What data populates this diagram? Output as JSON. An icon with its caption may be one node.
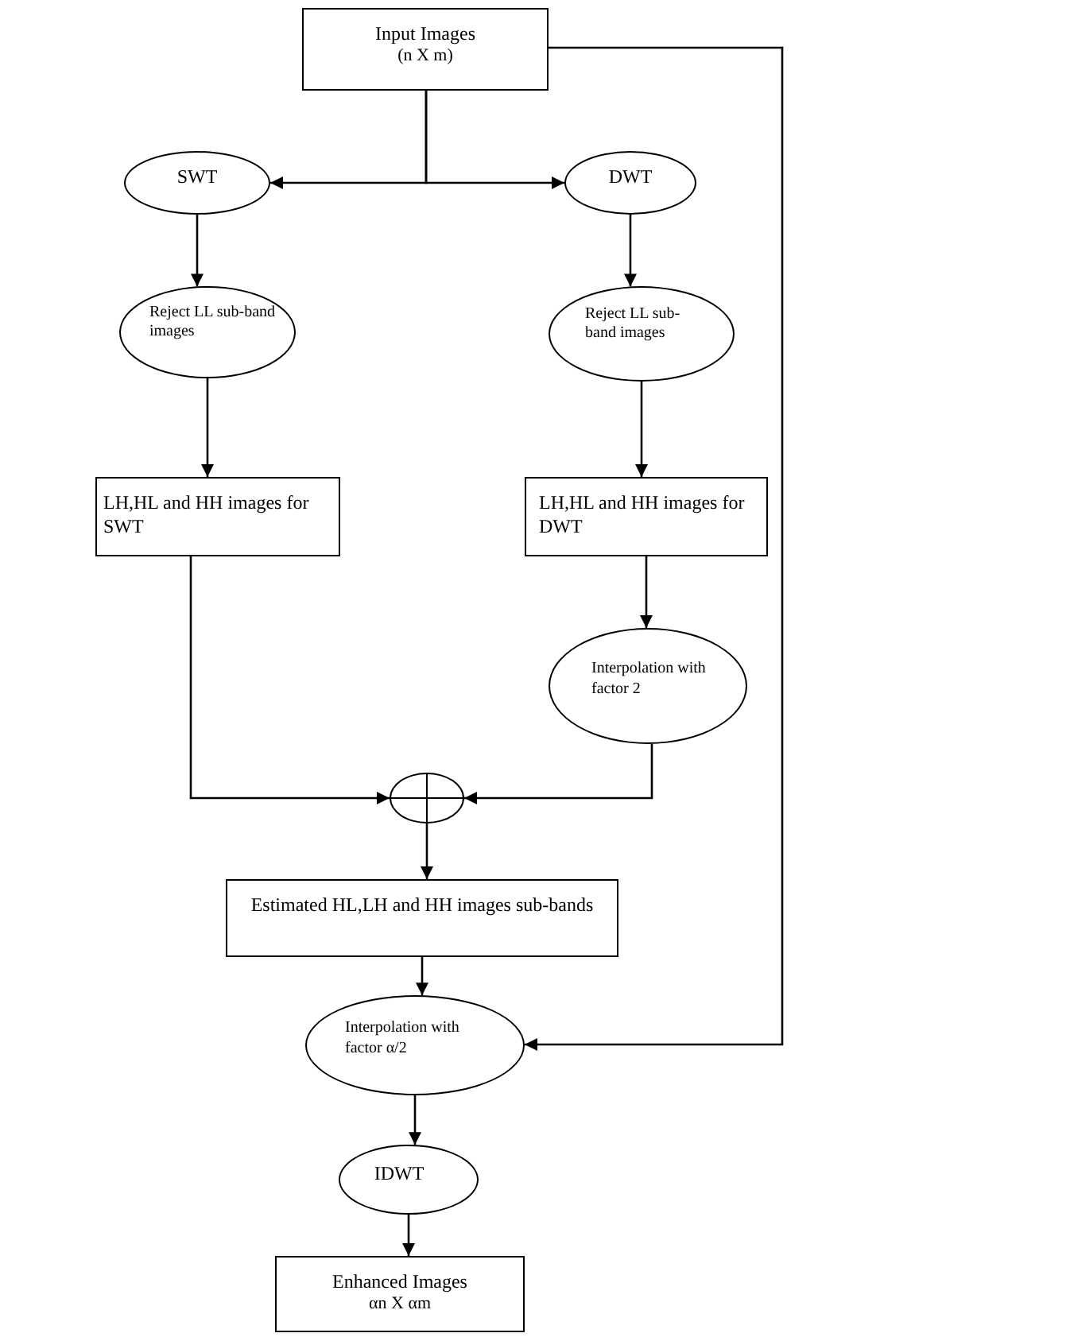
{
  "diagram": {
    "nodes": [
      {
        "text": [
          "Input Images",
          "(n X m)"
        ]
      },
      {
        "text": [
          "SWT"
        ]
      },
      {
        "text": [
          "DWT"
        ]
      },
      {
        "text": [
          "Reject LL sub-band images"
        ]
      },
      {
        "text": [
          "Reject LL sub-band images"
        ]
      },
      {
        "text": [
          "LH,HL and HH images for SWT"
        ]
      },
      {
        "text": [
          "LH,HL and HH images for DWT"
        ]
      },
      {
        "text": [
          "Interpolation with factor 2"
        ]
      },
      {
        "text": [],
        "shape": "circle"
      },
      {
        "text": [
          "Estimated HL,LH and HH images sub-bands"
        ]
      },
      {
        "text": [
          "Interpolation with factor α/2"
        ]
      },
      {
        "text": [
          "IDWT"
        ]
      },
      {
        "text": [
          "Enhanced Images",
          "αn X  αm"
        ]
      }
    ],
    "edges": [
      {
        "from": 0,
        "to": 1,
        "arrow": "to"
      },
      {
        "from": 0,
        "to": 2,
        "arrow": "to"
      },
      {
        "from": 1,
        "to": 3,
        "arrow": "to"
      },
      {
        "from": 2,
        "to": 4,
        "arrow": "to"
      },
      {
        "from": 3,
        "to": 5,
        "arrow": "to"
      },
      {
        "from": 4,
        "to": 6,
        "arrow": "to"
      },
      {
        "from": 6,
        "to": 7,
        "arrow": "to"
      },
      {
        "from": 5,
        "to": 8,
        "arrow": "to"
      },
      {
        "from": 7,
        "to": 8,
        "arrow": "to"
      },
      {
        "from": 8,
        "to": 9,
        "arrow": "to"
      },
      {
        "from": 9,
        "to": 10,
        "arrow": "to"
      },
      {
        "from": 0,
        "to": 10,
        "arrow": "to"
      },
      {
        "from": 10,
        "to": 11,
        "arrow": "to"
      },
      {
        "from": 11,
        "to": 12,
        "arrow": "to"
      }
    ]
  }
}
